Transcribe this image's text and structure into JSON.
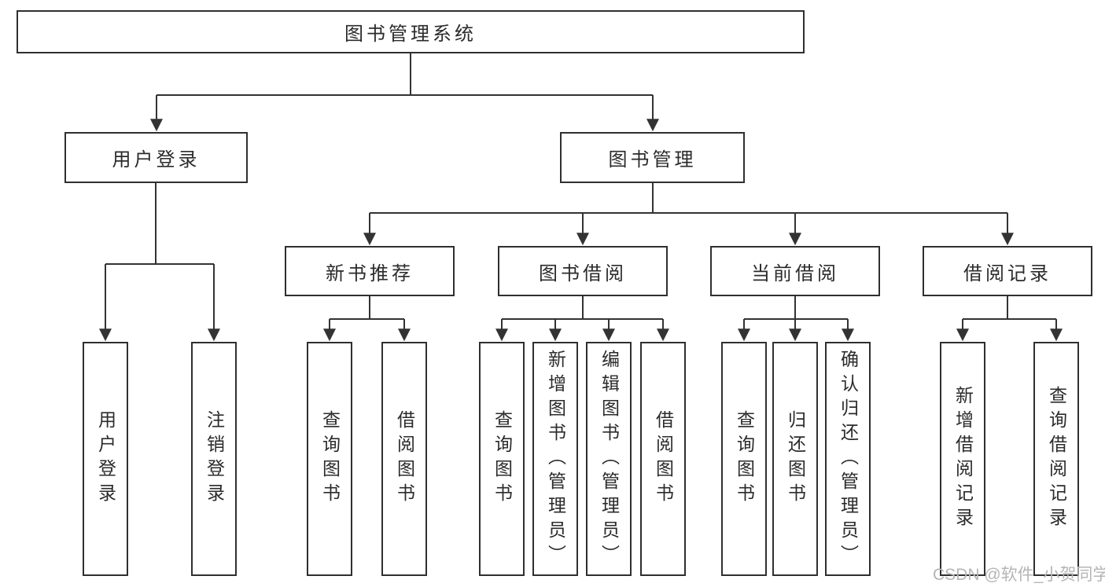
{
  "diagram": {
    "type": "hierarchy-org-chart",
    "tree": {
      "label": "图书管理系统",
      "children": [
        {
          "label": "用户登录",
          "children": [
            {
              "label": "用户登录"
            },
            {
              "label": "注销登录"
            }
          ]
        },
        {
          "label": "图书管理",
          "children": [
            {
              "label": "新书推荐",
              "children": [
                {
                  "label": "查询图书"
                },
                {
                  "label": "借阅图书"
                }
              ]
            },
            {
              "label": "图书借阅",
              "children": [
                {
                  "label": "查询图书"
                },
                {
                  "label": "新增图书（管理员）"
                },
                {
                  "label": "编辑图书（管理员）"
                },
                {
                  "label": "借阅图书"
                }
              ]
            },
            {
              "label": "当前借阅",
              "children": [
                {
                  "label": "查询图书"
                },
                {
                  "label": "归还图书"
                },
                {
                  "label": "确认归还（管理员）"
                }
              ]
            },
            {
              "label": "借阅记录",
              "children": [
                {
                  "label": "新增借阅记录"
                },
                {
                  "label": "查询借阅记录"
                }
              ]
            }
          ]
        }
      ]
    },
    "colors": {
      "line": "#333333",
      "box_border": "#2f2f2f",
      "box_fill": "#ffffff",
      "text": "#2b2b2b",
      "watermark": "#b5b5b5",
      "background": "#ffffff"
    }
  },
  "watermark": {
    "text": "CSDN @软件_小贺同学"
  }
}
